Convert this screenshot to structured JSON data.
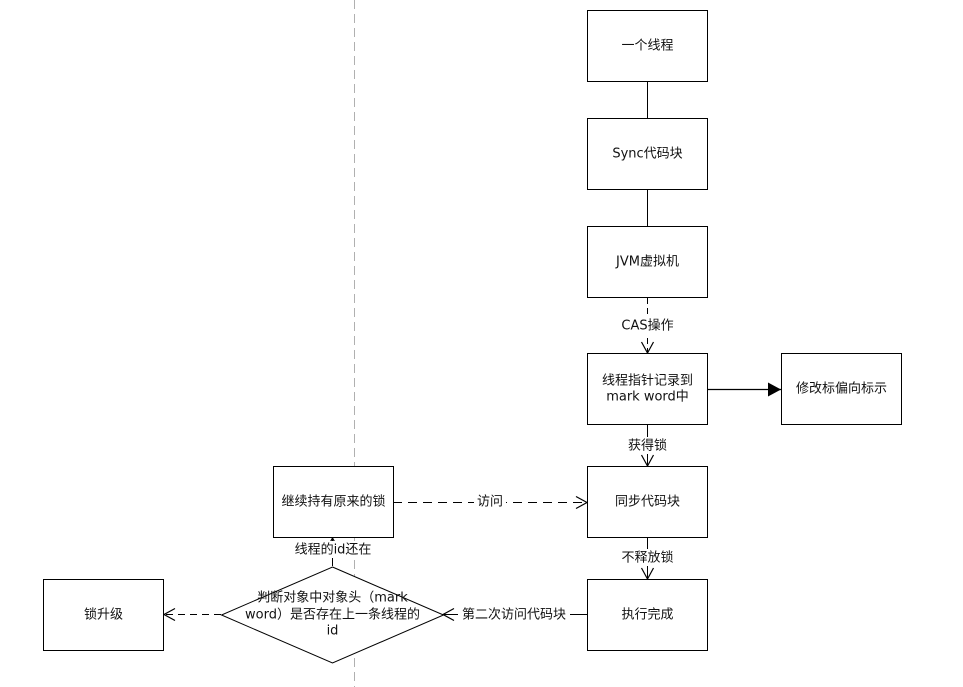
{
  "diagram": {
    "nodes": {
      "one_thread": {
        "label": "一个线程"
      },
      "sync_block": {
        "label": "Sync代码块"
      },
      "jvm": {
        "label": "JVM虚拟机"
      },
      "record_mark_word": {
        "line1": "线程指针记录到",
        "line2": "mark word中"
      },
      "modify_bias_flag": {
        "label": "修改标偏向标示"
      },
      "sync_code_block": {
        "label": "同步代码块"
      },
      "keep_lock": {
        "label": "继续持有原来的锁"
      },
      "exec_done": {
        "label": "执行完成"
      },
      "decision": {
        "line1": "判断对象中对象头（mark",
        "line2": "word）是否存在上一条线程的",
        "line3": "id"
      },
      "lock_upgrade": {
        "label": "锁升级"
      }
    },
    "edges": {
      "cas": {
        "label": "CAS操作"
      },
      "acquire_lock": {
        "label": "获得锁"
      },
      "no_release": {
        "label": "不释放锁"
      },
      "second_access": {
        "label": "第二次访问代码块"
      },
      "id_exists": {
        "label": "线程的id还在"
      },
      "access": {
        "label": "访问"
      }
    },
    "colors": {
      "stroke": "#000000",
      "divider": "#b0b0b0",
      "background": "#ffffff"
    }
  }
}
